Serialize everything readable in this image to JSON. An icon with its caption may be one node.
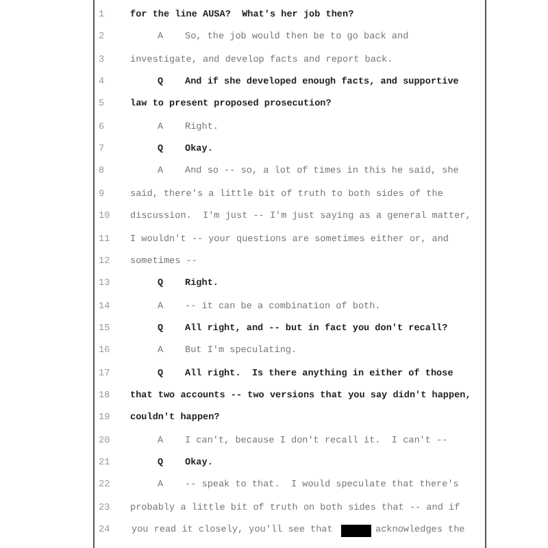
{
  "diagram": {
    "labels": [
      "1",
      "for the line AUSA?  What's her job then?",
      "2",
      "A",
      "So, the job would then be to go back and",
      "3",
      "investigate, and develop facts and report back.",
      "4",
      "Q",
      "And if she developed enough facts, and supportive",
      "5",
      "law to present proposed prosecution?",
      "6",
      "A",
      "Right.",
      "7",
      "Q",
      "Okay.",
      "8",
      "A",
      "And so -- so, a lot of times in this he said, she",
      "9",
      "said, there's a little bit of truth to both sides of the",
      "10",
      "discussion.  I'm just -- I'm just saying as a general matter,",
      "11",
      "I wouldn't -- your questions are sometimes either or, and",
      "12",
      "sometimes --",
      "13",
      "Q",
      "Right.",
      "14",
      "A",
      "-- it can be a combination of both.",
      "15",
      "Q",
      "All right, and -- but in fact you don't recall?",
      "16",
      "A",
      "But I'm speculating.",
      "17",
      "Q",
      "All right.  Is there anything in either of those",
      "18",
      "that two accounts -- two versions that you say didn't happen,",
      "19",
      "couldn't happen?",
      "20",
      "A",
      "I can't, because I don't recall it.  I can't --",
      "21",
      "Q",
      "Okay.",
      "22",
      "A",
      "-- speak to that.  I would speculate that there's",
      "23",
      "probably a little bit of truth on both sides that -- and if",
      "24",
      "you read it closely, you'll see that",
      "acknowledges the"
    ]
  }
}
